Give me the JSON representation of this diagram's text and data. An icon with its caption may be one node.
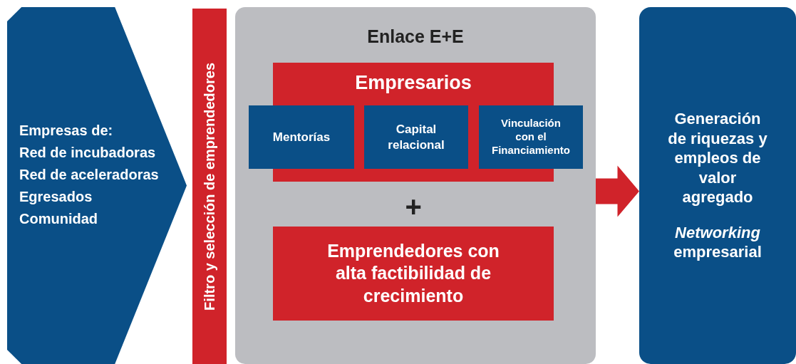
{
  "diagram": {
    "nodes": [
      {
        "text": [
          "Empresas de:",
          "Red de incubadoras",
          "Red de aceleradoras",
          "Egresados",
          "Comunidad"
        ]
      },
      {
        "text": [
          "Filtro y selección de emprendedores"
        ]
      },
      {
        "text": [
          "Enlace E+E"
        ]
      },
      {
        "text": [
          "Empresarios"
        ],
        "in": 2
      },
      {
        "text": [
          "Mentorías"
        ],
        "in": 2
      },
      {
        "text": [
          "Capital relacional"
        ],
        "in": 3
      },
      {
        "text": [
          "Vinculación con el Financiamiento"
        ],
        "in": 2
      },
      {
        "text": [
          "Emprendedores con alta factibilidad de crecimiento"
        ],
        "in": 2
      },
      {
        "text": [
          "Generación de riquezas y empleos de valor agregado",
          "*Networking* empresarial"
        ]
      }
    ],
    "edges": [
      {
        "from": 2,
        "to": 8,
        "arrow": "to",
        "style": "thick"
      }
    ],
    "labels": [
      "+"
    ]
  }
}
